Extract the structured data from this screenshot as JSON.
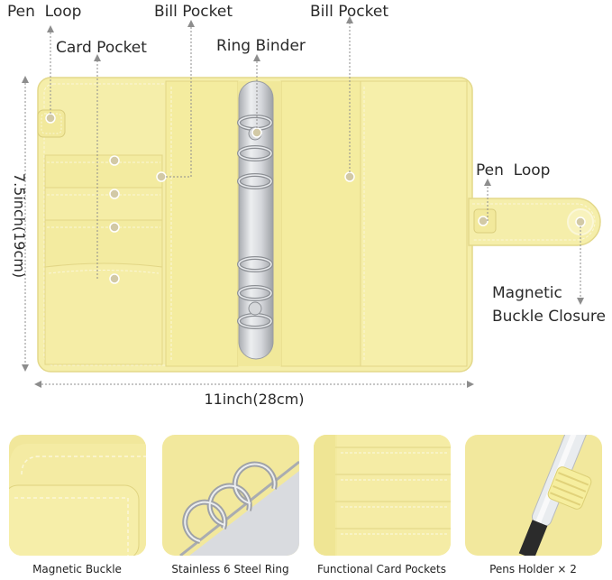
{
  "labels": {
    "pen_loop_left": "Pen  Loop",
    "card_pocket": "Card Pocket",
    "bill_pocket_left": "Bill Pocket",
    "ring_binder": "Ring Binder",
    "bill_pocket_right": "Bill Pocket",
    "pen_loop_right": "Pen  Loop",
    "magnetic_line1": "Magnetic",
    "magnetic_line2": "Buckle Closure"
  },
  "dimensions": {
    "height": "7.5inch(19cm)",
    "width": "11inch(28cm)"
  },
  "captions": [
    "Magnetic Buckle",
    "Stainless 6 Steel Ring",
    "Functional Card Pockets",
    "Pens Holder × 2"
  ],
  "colors": {
    "binder_yellow": "#f5eeaa",
    "binder_edge": "#e3d88a",
    "stitch": "#fbf7d8",
    "metal": "#c9cbcf",
    "guide_line": "#8d8d8d"
  }
}
